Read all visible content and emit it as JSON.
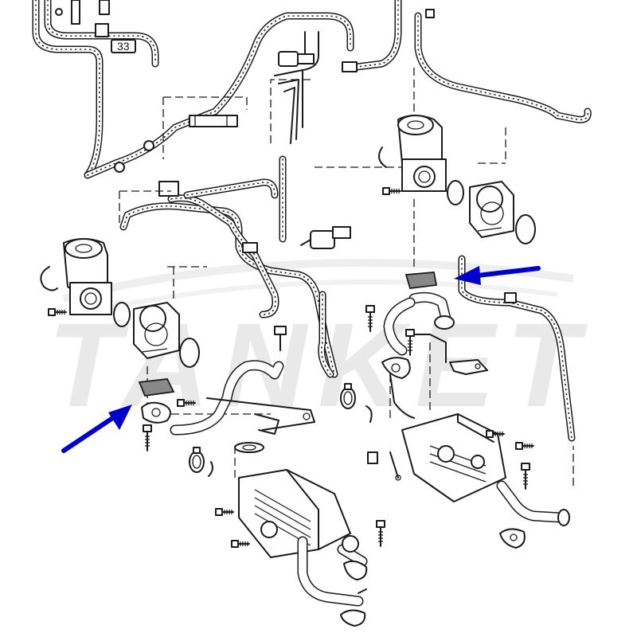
{
  "diagram": {
    "callouts": [
      {
        "id": "part-33",
        "text": "33"
      }
    ],
    "watermark": {
      "text": "TANKET"
    },
    "colors": {
      "arrow": "#0000cc",
      "highlighted_plate": "#888888",
      "linework": "#1a1a1a",
      "background": "#ffffff"
    }
  }
}
